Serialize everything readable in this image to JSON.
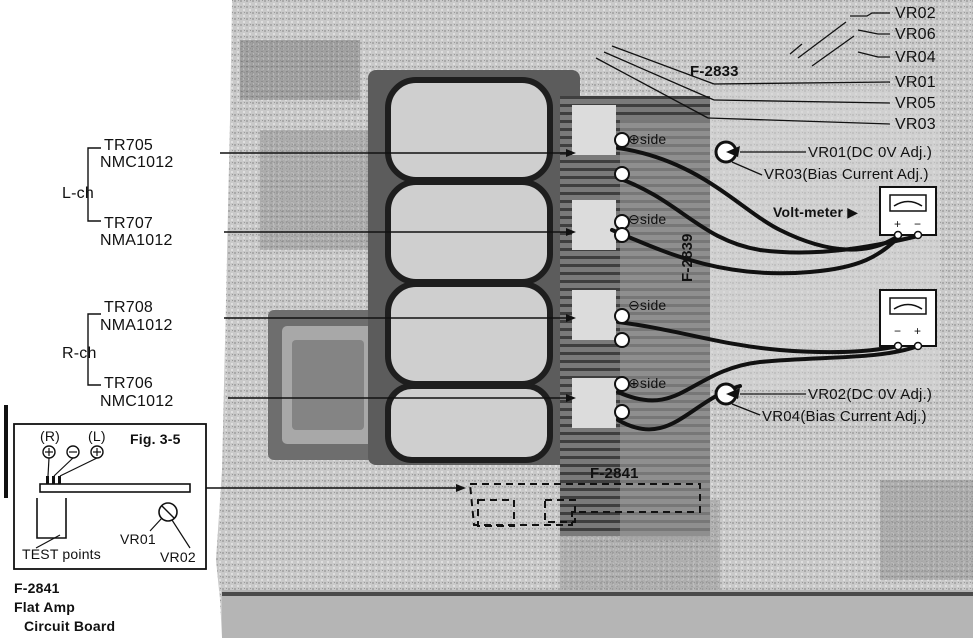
{
  "board_refs": {
    "f2833": "F-2833",
    "f2839": "F-2839",
    "f2841_on_photo": "F-2841"
  },
  "right_vr_labels": [
    "VR02",
    "VR06",
    "VR04",
    "VR01",
    "VR05",
    "VR03"
  ],
  "lch": {
    "group": "L-ch",
    "tr_top_ref": "TR705",
    "tr_top_part": "NMC1012",
    "tr_bot_ref": "TR707",
    "tr_bot_part": "NMA1012"
  },
  "rch": {
    "group": "R-ch",
    "tr_top_ref": "TR708",
    "tr_top_part": "NMA1012",
    "tr_bot_ref": "TR706",
    "tr_bot_part": "NMC1012"
  },
  "adjust": {
    "vr01": "VR01(DC 0V Adj.)",
    "vr03": "VR03(Bias Current Adj.)",
    "vr02": "VR02(DC 0V Adj.)",
    "vr04": "VR04(Bias Current Adj.)"
  },
  "side_tags": {
    "plus_top": "⊕side",
    "minus_top": "⊖side",
    "minus_bottom": "⊖side",
    "plus_bottom": "⊕side"
  },
  "meter": {
    "label": "Volt-meter ▶",
    "top_plus": "+",
    "top_minus": "−",
    "bottom_minus": "−",
    "bottom_plus": "+"
  },
  "inset": {
    "fig_label": "Fig. 3-5",
    "channel_r": "(R)",
    "channel_l": "(L)",
    "test_points": "TEST points",
    "vr01": "VR01",
    "vr02": "VR02",
    "board_name": "F-2841",
    "caption_line1": "Flat Amp",
    "caption_line2": "Circuit Board"
  }
}
